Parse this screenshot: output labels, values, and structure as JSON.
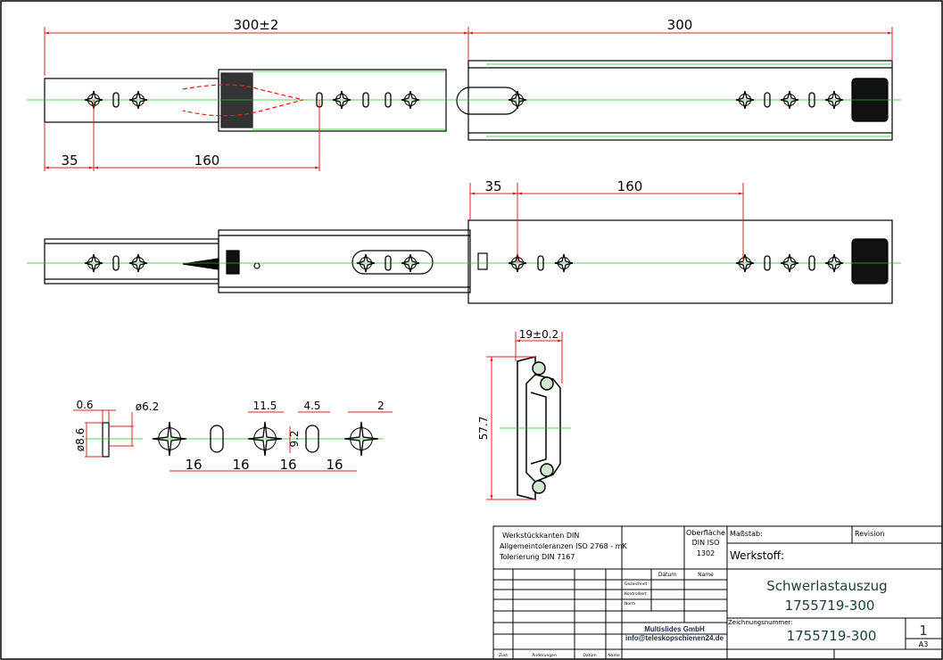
{
  "top_view": {
    "dim_left": "300±2",
    "dim_right": "300",
    "dim_35": "35",
    "dim_160": "160"
  },
  "side_view": {
    "dim_35": "35",
    "dim_160": "160"
  },
  "section": {
    "width": "19±0.2",
    "height": "57.7"
  },
  "detail": {
    "d06": "0.6",
    "d62": "ø6.2",
    "d86": "ø8.6",
    "d115": "11.5",
    "d45": "4.5",
    "d92": "9.2",
    "d2": "2",
    "pitch": [
      "16",
      "16",
      "16",
      "16"
    ]
  },
  "title_block": {
    "notes": [
      "Werkstückkanten DIN",
      "Allgemeintoleranzen ISO 2768 - mK",
      "Tolerierung DIN 7167"
    ],
    "surface": [
      "Oberfläche",
      "DIN ISO",
      "1302"
    ],
    "scale_label": "Maßstab:",
    "revision_label": "Revision",
    "material_label": "Werkstoff:",
    "datum_header": "Datum",
    "name_header": "Name",
    "rows": [
      "Gezeichnet",
      "Kontrolliert",
      "Norm"
    ],
    "title": "Schwerlastauszug",
    "title_number": "1755719-300",
    "company": "Multislides GmbH",
    "email": "info@teleskopschienen24.de",
    "drawing_number_label": "Zeichnungsnummer:",
    "drawing_number": "1755719-300",
    "sheet": "1",
    "format": "A3",
    "footer": [
      "Zust",
      "Änderungen",
      "Datum",
      "Name"
    ]
  },
  "colors": {
    "dimension": "#e02020",
    "centerline": "#20c020",
    "outline": "#000000"
  }
}
